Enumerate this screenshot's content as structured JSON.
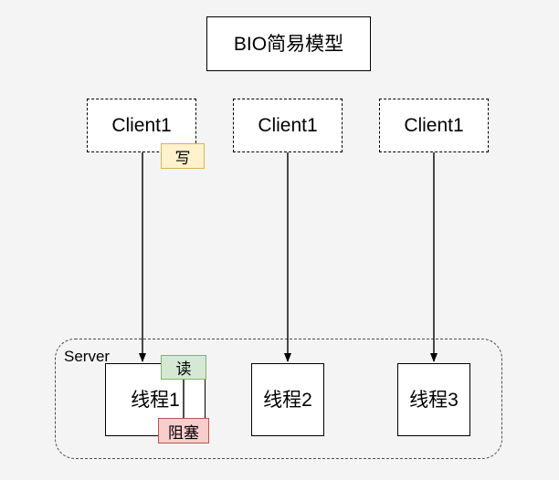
{
  "diagram": {
    "title": "BIO简易模型",
    "background_color": "#f4f4f4"
  },
  "clients": [
    {
      "label": "Client1"
    },
    {
      "label": "Client1"
    },
    {
      "label": "Client1"
    }
  ],
  "server": {
    "label": "Server",
    "threads": [
      {
        "label": "线程1"
      },
      {
        "label": "线程2"
      },
      {
        "label": "线程3"
      }
    ]
  },
  "badges": {
    "write": {
      "label": "写",
      "fill": "#fff2cc",
      "stroke": "#d6b656"
    },
    "read": {
      "label": "读",
      "fill": "#d5e8d4",
      "stroke": "#82b366"
    },
    "blocked": {
      "label": "阻塞",
      "fill": "#f8cecc",
      "stroke": "#b85450"
    }
  }
}
